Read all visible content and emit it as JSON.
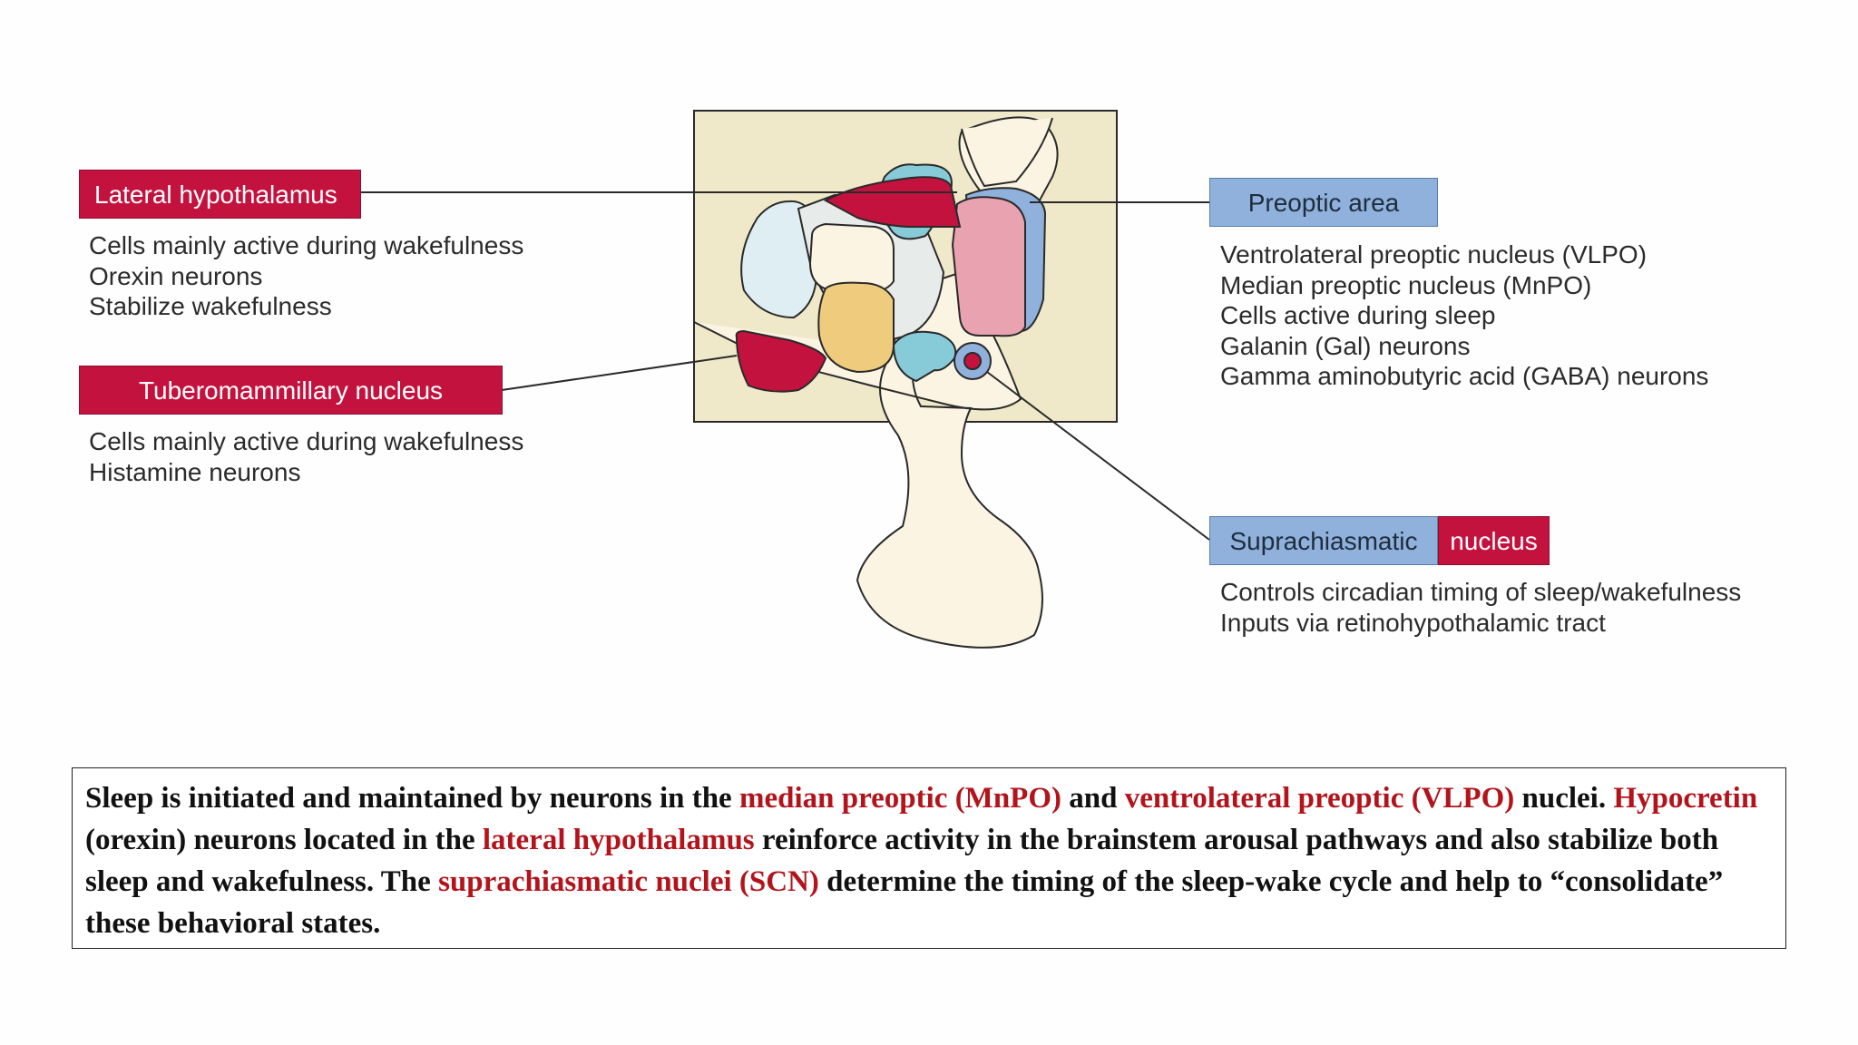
{
  "labels": {
    "lateral_hypothalamus": {
      "title": "Lateral hypothalamus",
      "lines": [
        "Cells mainly active during wakefulness",
        "Orexin neurons",
        "Stabilize wakefulness"
      ]
    },
    "tuberomammillary": {
      "title": "Tuberomammillary nucleus",
      "lines": [
        "Cells mainly active during wakefulness",
        "Histamine neurons"
      ]
    },
    "preoptic": {
      "title": "Preoptic area",
      "lines": [
        "Ventrolateral preoptic nucleus (VLPO)",
        "Median preoptic nucleus (MnPO)",
        "Cells active during sleep",
        "Galanin (Gal) neurons",
        "Gamma aminobutyric acid (GABA) neurons"
      ]
    },
    "suprachiasmatic": {
      "title_part1": "Suprachiasmatic",
      "title_part2": "nucleus",
      "lines": [
        "Controls circadian timing of sleep/wakefulness",
        "Inputs via retinohypothalamic tract"
      ]
    }
  },
  "caption": {
    "segments": [
      {
        "text": "Sleep is initiated and maintained by neurons in the ",
        "highlight": false
      },
      {
        "text": "median preoptic (MnPO)",
        "highlight": true
      },
      {
        "text": " and ",
        "highlight": false
      },
      {
        "text": "ventrolateral preoptic (VLPO)",
        "highlight": true
      },
      {
        "text": " nuclei. ",
        "highlight": false
      },
      {
        "text": "Hypocretin",
        "highlight": true
      },
      {
        "text": " (orexin) neurons located in the ",
        "highlight": false
      },
      {
        "text": "lateral hypothalamus",
        "highlight": true
      },
      {
        "text": " reinforce activity in the brainstem arousal pathways and also stabilize both sleep and wakefulness. The ",
        "highlight": false
      },
      {
        "text": "suprachiasmatic nuclei (SCN)",
        "highlight": true
      },
      {
        "text": " determine the timing of the sleep-wake cycle and help to “consolidate” these behavioral states.",
        "highlight": false
      }
    ]
  },
  "colors": {
    "wake_red": "#c4123f",
    "sleep_blue": "#8fb1dc",
    "caption_highlight": "#b3141c"
  }
}
